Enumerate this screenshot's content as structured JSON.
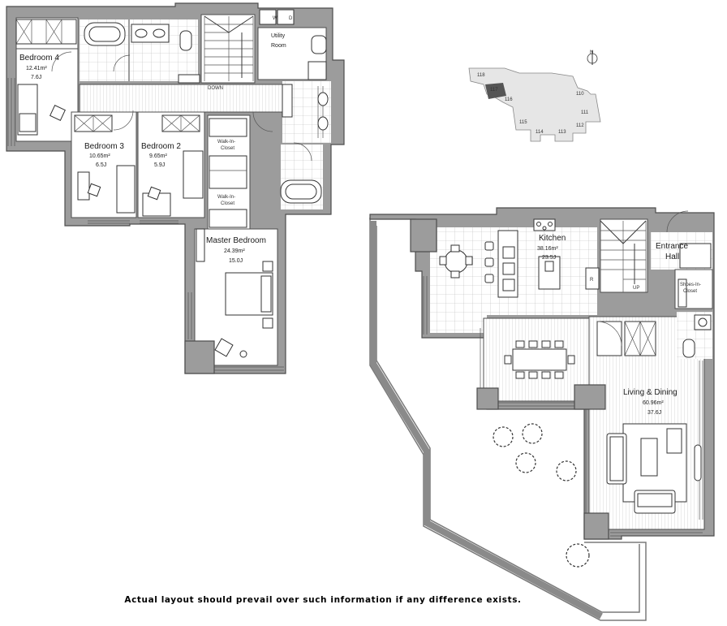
{
  "rooms": {
    "bedroom4": {
      "name": "Bedroom 4",
      "area": "12.41m²",
      "jo": "7.6J"
    },
    "bedroom3": {
      "name": "Bedroom 3",
      "area": "10.65m²",
      "jo": "6.5J"
    },
    "bedroom2": {
      "name": "Bedroom 2",
      "area": "9.65m²",
      "jo": "5.9J"
    },
    "master": {
      "name": "Master Bedroom",
      "area": "24.39m²",
      "jo": "15.0J"
    },
    "utility_line1": "Utility",
    "utility_line2": "Room",
    "walkin1_line1": "Walk-In-",
    "walkin1_line2": "Closet",
    "walkin2_line1": "Walk-In-",
    "walkin2_line2": "Closet",
    "kitchen": {
      "name": "Kitchen",
      "area": "38.16m²",
      "jo": "23.5J"
    },
    "entrance_line1": "Entrance",
    "entrance_line2": "Hall",
    "shoes_line1": "Shoes-In-",
    "shoes_line2": "Closet",
    "living": {
      "name": "Living & Dining",
      "area": "60.96m²",
      "jo": "37.6J"
    }
  },
  "marks": {
    "down": "DOWN",
    "up": "UP",
    "washer": "W",
    "dryer": "D",
    "refrigerator": "R"
  },
  "key_plan": {
    "units": [
      "118",
      "117",
      "116",
      "115",
      "114",
      "113",
      "112",
      "111",
      "110"
    ],
    "north": "N"
  },
  "disclaimer": "Actual layout should prevail over such information if any difference exists."
}
